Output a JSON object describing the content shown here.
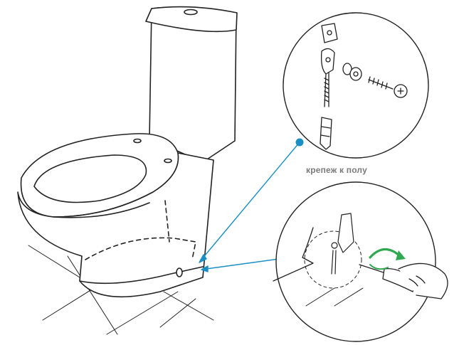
{
  "caption": "крепеж к полу",
  "colors": {
    "line": "#222222",
    "callout": "#1a8fc4",
    "arrow_green": "#2fa84f",
    "caption": "#7a7a7a"
  },
  "icons": [
    "toilet-illustration",
    "floor-fixing-kit",
    "screwdriver-hand",
    "rotate-arrow"
  ]
}
